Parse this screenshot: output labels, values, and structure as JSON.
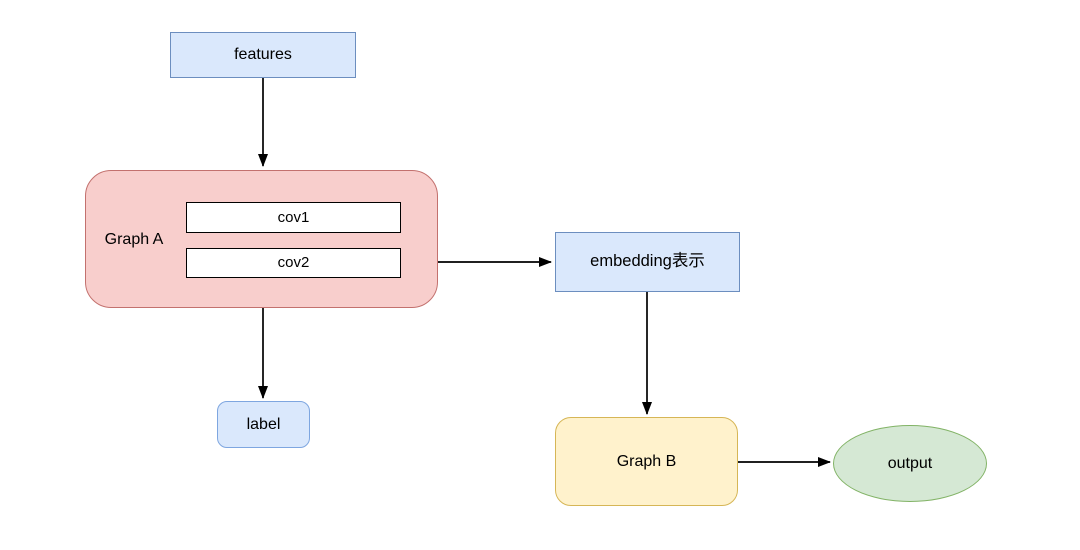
{
  "diagram": {
    "background": "#ffffff",
    "arrow_color": "#000000",
    "nodes": {
      "features": {
        "label": "features",
        "shape": "rectangle",
        "fill": "#dae8fc",
        "border": "#6c8ebf"
      },
      "graph_a": {
        "label": "Graph A",
        "shape": "rounded-rectangle",
        "fill": "#f8cecc",
        "border": "#c3716e"
      },
      "cov1": {
        "label": "cov1",
        "shape": "rectangle",
        "fill": "#ffffff",
        "border": "#000000"
      },
      "cov2": {
        "label": "cov2",
        "shape": "rectangle",
        "fill": "#ffffff",
        "border": "#000000"
      },
      "embedding": {
        "label": "embedding表示",
        "shape": "rectangle",
        "fill": "#dae8fc",
        "border": "#6c8ebf"
      },
      "label_box": {
        "label": "label",
        "shape": "rounded-rectangle",
        "fill": "#dae8fc",
        "border": "#7ea6e0"
      },
      "graph_b": {
        "label": "Graph B",
        "shape": "rounded-rectangle",
        "fill": "#fff2cc",
        "border": "#d6b656"
      },
      "output": {
        "label": "output",
        "shape": "ellipse",
        "fill": "#d5e8d4",
        "border": "#82b366"
      }
    },
    "edges": [
      {
        "from": "features",
        "to": "graph_a",
        "direction": "down"
      },
      {
        "from": "cov2",
        "to": "embedding",
        "direction": "right"
      },
      {
        "from": "embedding",
        "to": "graph_b",
        "direction": "down"
      },
      {
        "from": "graph_b",
        "to": "output",
        "direction": "right"
      },
      {
        "from": "graph_a",
        "to": "label_box",
        "direction": "down"
      }
    ]
  }
}
